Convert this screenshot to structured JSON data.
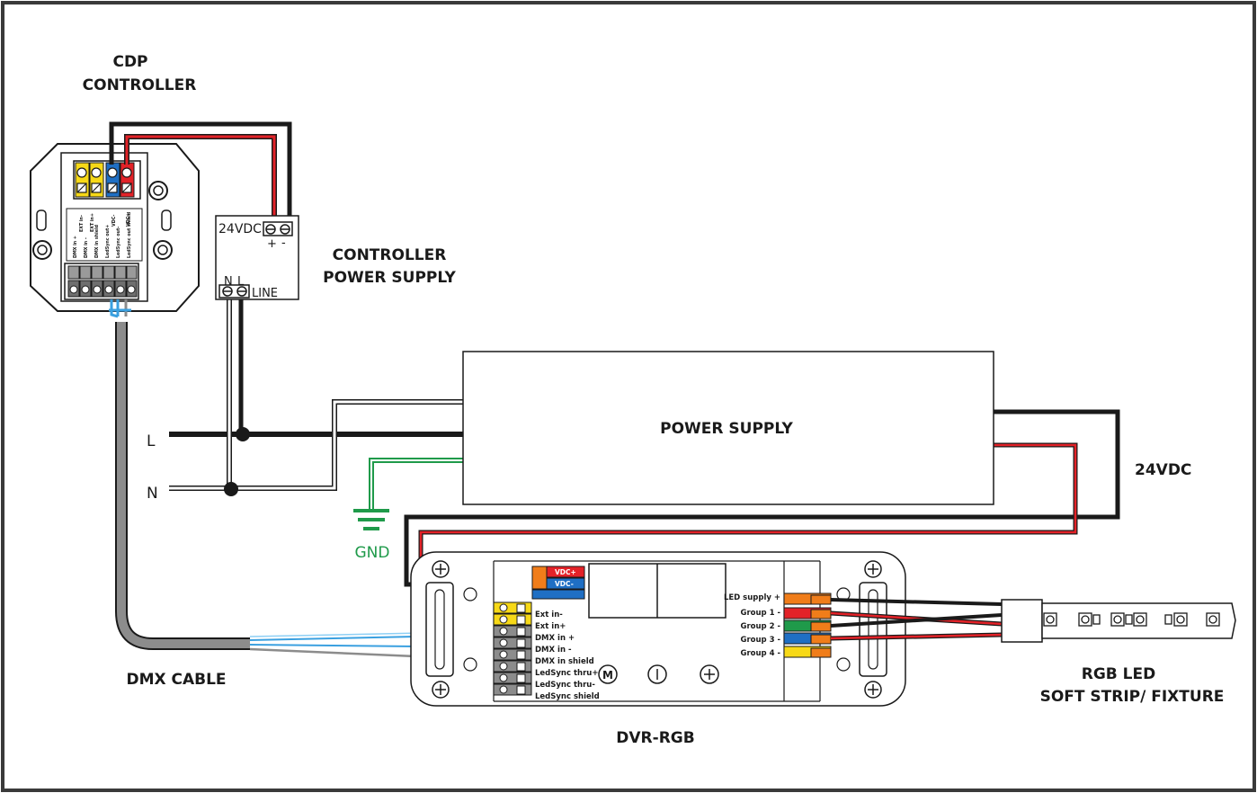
{
  "labels": {
    "cdp_line1": "CDP",
    "cdp_line2": "CONTROLLER",
    "ctrl_psu_line1": "CONTROLLER",
    "ctrl_psu_line2": "POWER SUPPLY",
    "power_supply": "POWER SUPPLY",
    "vdc_24": "24VDC",
    "dmx_cable": "DMX CABLE",
    "dvr_rgb": "DVR-RGB",
    "rgb_led_line1": "RGB LED",
    "rgb_led_line2": "SOFT STRIP/ FIXTURE",
    "gnd": "GND",
    "line_l": "L",
    "line_n": "N"
  },
  "small_psu": {
    "voltage": "24VDC",
    "plus": "+",
    "minus": "-",
    "n": "N",
    "l": "L",
    "line": "LINE"
  },
  "cdp_terminals": {
    "top": [
      "EXT in-",
      "EXT in+",
      "VDC-",
      "VDC+"
    ],
    "bottom": [
      "DMX in +",
      "DMX in -",
      "DMX in shield",
      "LedSync out+",
      "LedSync out-",
      "LedSync out shield"
    ]
  },
  "dvr": {
    "vdc_plus": "VDC+",
    "vdc_minus": "VDC-",
    "left_terminals": [
      "Ext in-",
      "Ext in+",
      "DMX in +",
      "DMX in -",
      "DMX in shield",
      "LedSync thru+",
      "LedSync thru-",
      "LedSync shield"
    ],
    "right_terminals": [
      "LED supply +",
      "Group 1 -",
      "Group 2 -",
      "Group 3 -",
      "Group 4 -"
    ],
    "btn_m": "M"
  },
  "colors": {
    "wire_black": "#1a1a1a",
    "wire_red": "#e32228",
    "wire_green": "#1f9a4a",
    "wire_blue": "#3aa0e0",
    "cable_gray": "#8c8c8c",
    "terminal_yellow": "#f7d917",
    "terminal_blue": "#1f6fc4",
    "terminal_orange": "#f07d1a",
    "terminal_green": "#1f9a4a",
    "terminal_red": "#e32228"
  }
}
